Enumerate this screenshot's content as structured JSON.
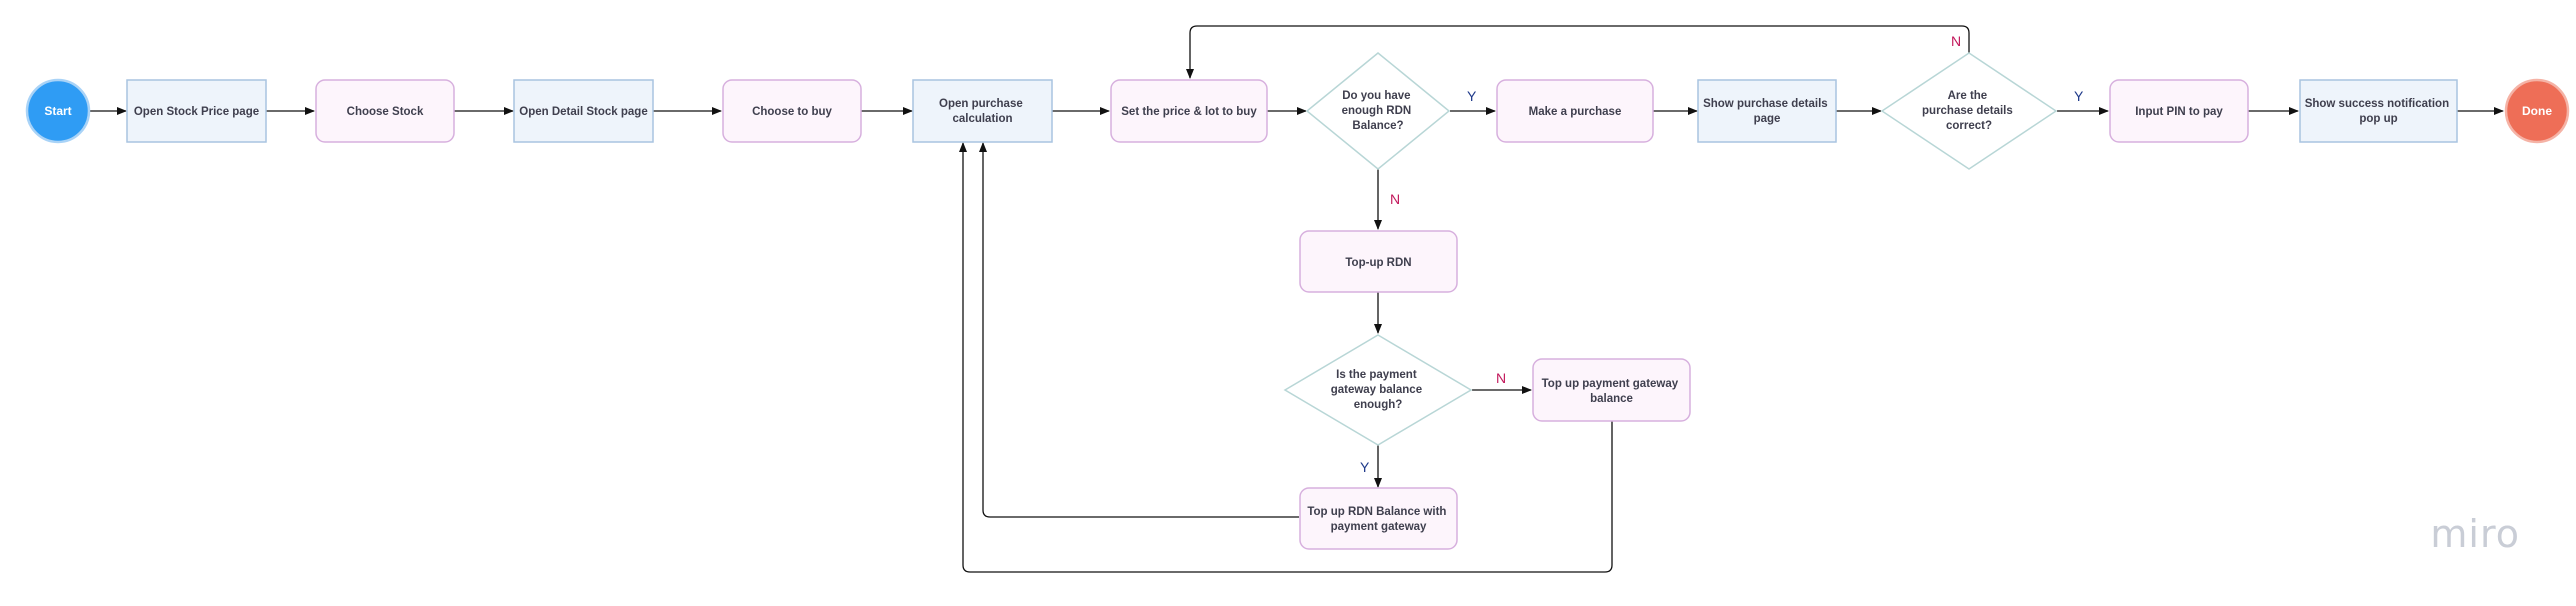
{
  "terminals": {
    "start": "Start",
    "done": "Done"
  },
  "nodes": {
    "open_stock_price": [
      "Open Stock Price page"
    ],
    "choose_stock": [
      "Choose Stock"
    ],
    "open_detail_stock": [
      "Open Detail Stock page"
    ],
    "choose_buy": [
      "Choose to buy"
    ],
    "open_purchase_calc": [
      "Open purchase",
      "calculation"
    ],
    "set_price_lot": [
      "Set the price & lot to buy"
    ],
    "make_purchase": [
      "Make a purchase"
    ],
    "show_purchase_details": [
      "Show purchase details",
      "page"
    ],
    "input_pin": [
      "Input PIN to pay"
    ],
    "show_success": [
      "Show success notification",
      "pop up"
    ],
    "topup_rdn": [
      "Top-up RDN"
    ],
    "topup_gateway": [
      "Top up payment gateway",
      "balance"
    ],
    "topup_rdn_gateway": [
      "Top up RDN Balance with",
      "payment gateway"
    ]
  },
  "decisions": {
    "enough_rdn": [
      "Do you have",
      "enough RDN",
      "Balance?"
    ],
    "details_correct": [
      "Are the",
      "purchase details",
      "correct?"
    ],
    "gateway_enough": [
      "Is the payment",
      "gateway balance",
      "enough?"
    ]
  },
  "edge_labels": {
    "enough_rdn_yes": "Y",
    "enough_rdn_no": "N",
    "details_yes": "Y",
    "details_no": "N",
    "gateway_yes": "Y",
    "gateway_no": "N"
  },
  "colors": {
    "start_fill": "#2f9cf4",
    "done_fill": "#ee6e57",
    "process_blue_fill": "#eef4fb",
    "process_pink_fill": "#fdf5fc",
    "yes_label": "#1f3a8a",
    "no_label": "#c2185b"
  },
  "watermark": "miro"
}
